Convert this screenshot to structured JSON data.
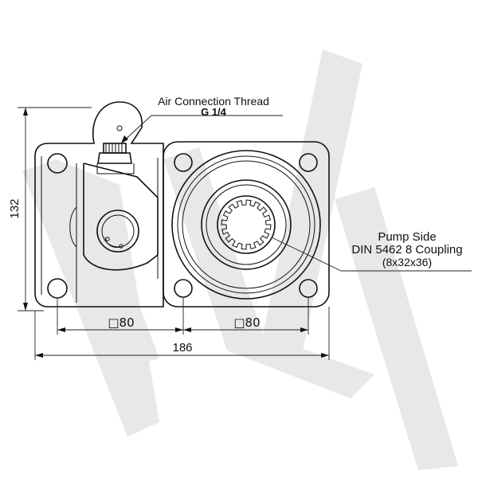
{
  "labels": {
    "air_title": "Air Connection Thread",
    "air_thread": "G 1/4",
    "pump_line1": "Pump Side",
    "pump_line2": "DIN 5462 8 Coupling",
    "pump_line3": "(8x32x36)"
  },
  "dimensions": {
    "height": "132",
    "square_left": "□80",
    "square_right": "□80",
    "overall_width": "186"
  },
  "colors": {
    "drawing": "#111111",
    "watermark": "#e8e8e8"
  }
}
